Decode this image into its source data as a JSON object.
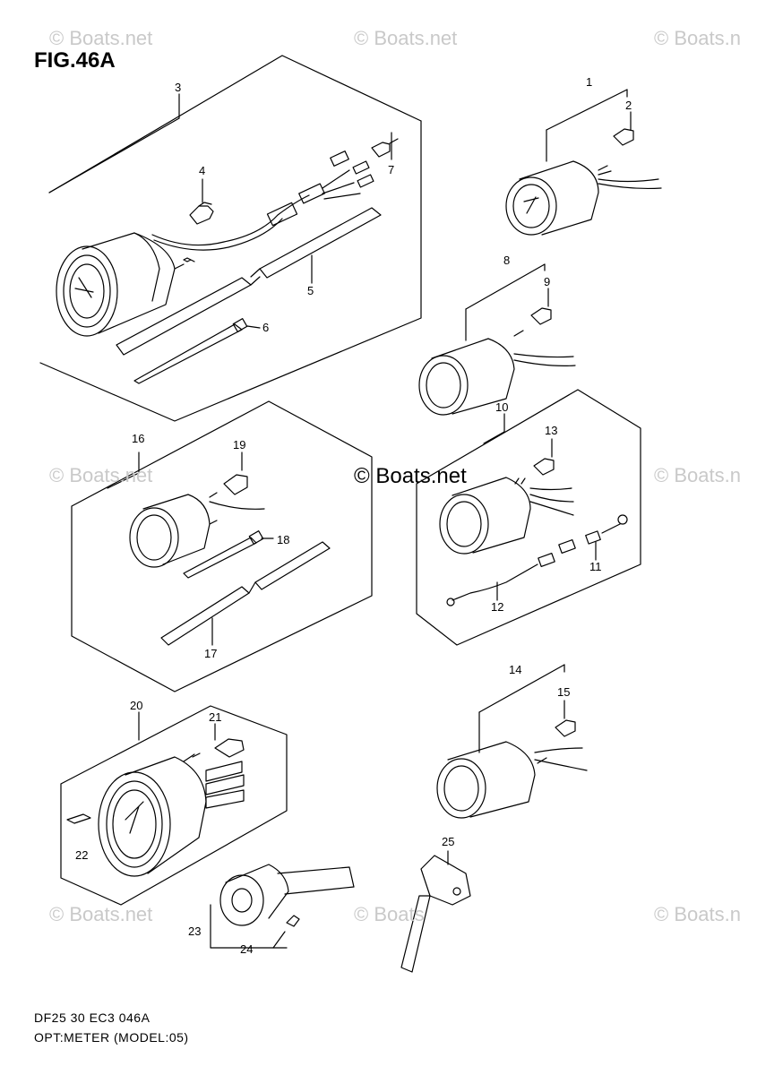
{
  "figure": {
    "title": "FIG.46A"
  },
  "footer": {
    "code": "DF25 30 EC3 046A",
    "model": "OPT:METER (MODEL:05)"
  },
  "watermarks": {
    "top_left": "© Boats.net",
    "top_center": "© Boats.net",
    "top_right": "© Boats.n",
    "mid_left": "© Boats.net",
    "center": "© Boats.net",
    "mid_right": "© Boats.n",
    "bottom_left": "© Boats.net",
    "bottom_center": "© Boats",
    "bottom_right": "© Boats.n"
  },
  "callouts": {
    "c1": "1",
    "c2": "2",
    "c3": "3",
    "c4": "4",
    "c5": "5",
    "c6": "6",
    "c7": "7",
    "c8": "8",
    "c9": "9",
    "c10": "10",
    "c11": "11",
    "c12": "12",
    "c13": "13",
    "c14": "14",
    "c15": "15",
    "c16": "16",
    "c17": "17",
    "c18": "18",
    "c19": "19",
    "c20": "20",
    "c21": "21",
    "c22": "22",
    "c23": "23",
    "c24": "24",
    "c25": "25"
  }
}
